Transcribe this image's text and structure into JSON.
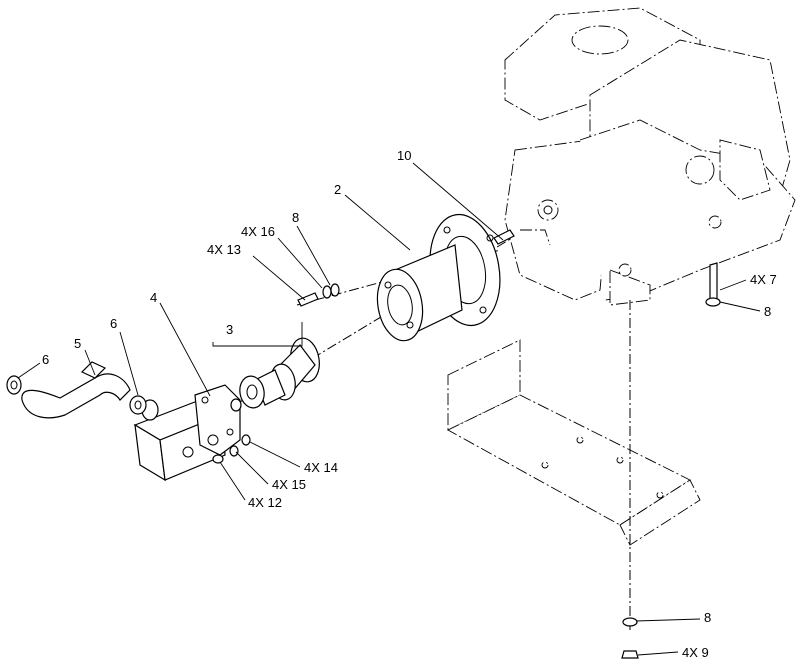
{
  "callouts": {
    "c1": "10",
    "c2": "2",
    "c3": "8",
    "c4": "4X 16",
    "c5": "4X 13",
    "c6": "4X  7",
    "c7": "8",
    "c8": "4",
    "c9": "3",
    "c10": "6",
    "c11": "5",
    "c12": "6",
    "c13": "4X 14",
    "c14": "4X 15",
    "c15": "4X 12",
    "c16": "8",
    "c17": "4X 9"
  }
}
